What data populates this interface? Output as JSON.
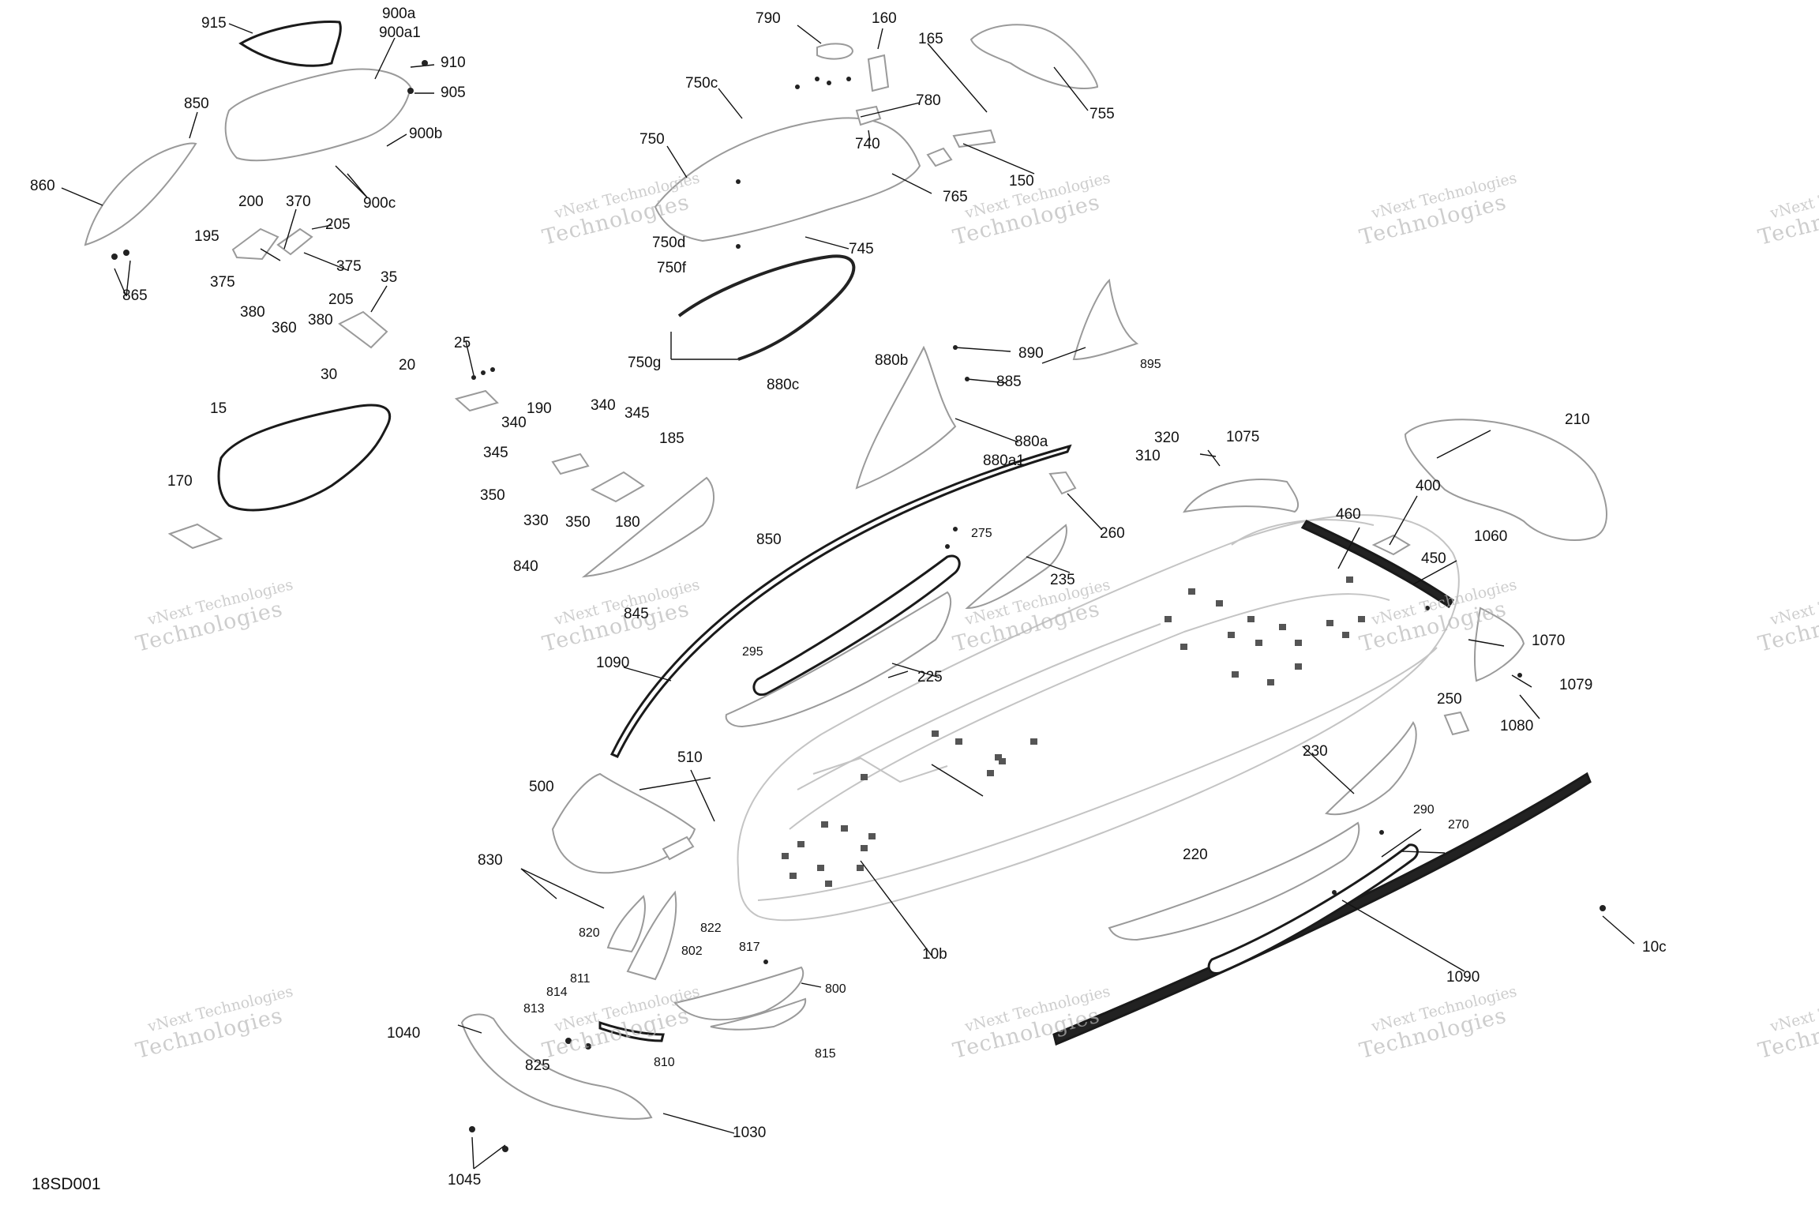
{
  "diagram": {
    "code": "18SD001",
    "watermark": {
      "line1": "vNext Technologies",
      "line2": "Technologies"
    },
    "callouts": [
      "915",
      "900a",
      "900a1",
      "910",
      "905",
      "850",
      "900b",
      "860",
      "900c",
      "200",
      "370",
      "205",
      "195",
      "375",
      "375",
      "35",
      "380",
      "360",
      "380",
      "205",
      "865",
      "30",
      "790",
      "160",
      "165",
      "750c",
      "780",
      "740",
      "750",
      "150",
      "750d",
      "750f",
      "765",
      "745",
      "755",
      "750g",
      "25",
      "20",
      "15",
      "190",
      "340",
      "345",
      "340",
      "345",
      "185",
      "350",
      "330",
      "350",
      "180",
      "850",
      "170",
      "840",
      "845",
      "880b",
      "890",
      "880c",
      "885",
      "880a",
      "880a1",
      "895",
      "320",
      "310",
      "1075",
      "260",
      "275",
      "235",
      "460",
      "400",
      "450",
      "210",
      "1060",
      "295",
      "225",
      "1070",
      "1079",
      "1080",
      "1090",
      "250",
      "510",
      "500",
      "230",
      "830",
      "290",
      "270",
      "220",
      "822",
      "820",
      "802",
      "817",
      "811",
      "800",
      "814",
      "813",
      "10b",
      "10c",
      "1090",
      "1040",
      "810",
      "815",
      "825",
      "1030",
      "1045"
    ]
  }
}
